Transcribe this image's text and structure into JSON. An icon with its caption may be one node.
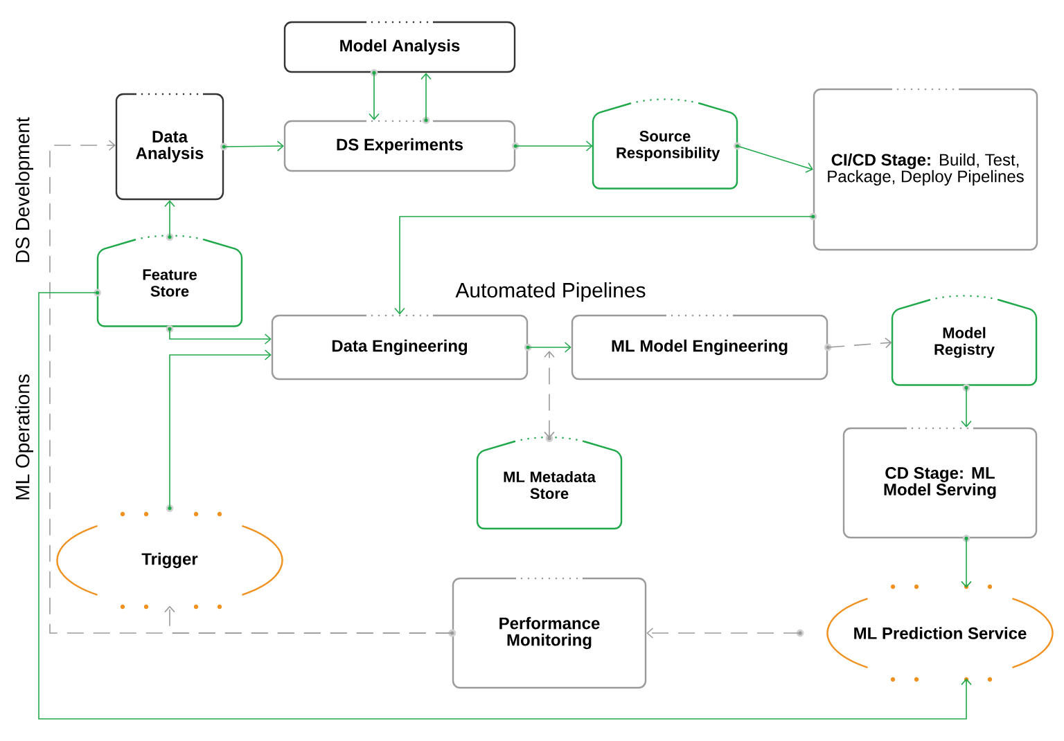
{
  "diagram": {
    "nodes": [
      {
        "text": [
          "Model Analysis"
        ]
      },
      {
        "text": [
          "Data Analysis"
        ]
      },
      {
        "text": [
          "DS Experiments"
        ]
      },
      {
        "text": [
          "Source Responsibility"
        ]
      },
      {
        "text": [
          "**CI/CD Stage:** Build, Test, Package, Deploy Pipelines"
        ]
      },
      {
        "text": [
          "Feature Store"
        ]
      },
      {
        "text": [
          "Data Engineering"
        ]
      },
      {
        "text": [
          "ML Model Engineering"
        ]
      },
      {
        "text": [
          "Model Registry"
        ]
      },
      {
        "text": [
          "ML Metadata Store"
        ]
      },
      {
        "text": [
          "CD Stage: ML Model Serving"
        ]
      },
      {
        "text": [
          "Trigger"
        ]
      },
      {
        "text": [
          "Performance Monitoring"
        ]
      },
      {
        "text": [
          "ML Prediction Service"
        ]
      }
    ],
    "edges": [
      {
        "from": 0,
        "to": 2,
        "arrow": "to"
      },
      {
        "from": 2,
        "to": 0,
        "arrow": "to"
      },
      {
        "from": 1,
        "to": 2,
        "arrow": "to"
      },
      {
        "from": 2,
        "to": 3,
        "arrow": "to"
      },
      {
        "from": 3,
        "to": 4,
        "arrow": "to"
      },
      {
        "from": 4,
        "to": 6,
        "arrow": "to"
      },
      {
        "from": 5,
        "to": 1,
        "arrow": "to"
      },
      {
        "from": 5,
        "to": 6,
        "arrow": "to"
      },
      {
        "from": 11,
        "to": 6,
        "arrow": "to"
      },
      {
        "from": 6,
        "to": 7,
        "arrow": "to"
      },
      {
        "from": 7,
        "to": 8,
        "arrow": "to",
        "style": "dashed",
        "color": "#9a9a9a"
      },
      {
        "from": 9,
        "to": null,
        "arrow": "both",
        "style": "dashed",
        "color": "#9a9a9a"
      },
      {
        "from": 8,
        "to": 10,
        "arrow": "to"
      },
      {
        "from": 10,
        "to": 13,
        "arrow": "to"
      },
      {
        "from": 13,
        "to": 12,
        "arrow": "to",
        "style": "dashed",
        "color": "#9a9a9a"
      },
      {
        "from": 12,
        "to": 11,
        "arrow": "to",
        "style": "dashed",
        "color": "#9a9a9a"
      },
      {
        "from": 12,
        "to": 1,
        "arrow": "to",
        "style": "dashed",
        "color": "#9a9a9a"
      },
      {
        "from": 5,
        "to": 13,
        "arrow": "to"
      }
    ],
    "labels": [
      "DS Development",
      "Automated Pipelines",
      "ML Operations"
    ]
  }
}
